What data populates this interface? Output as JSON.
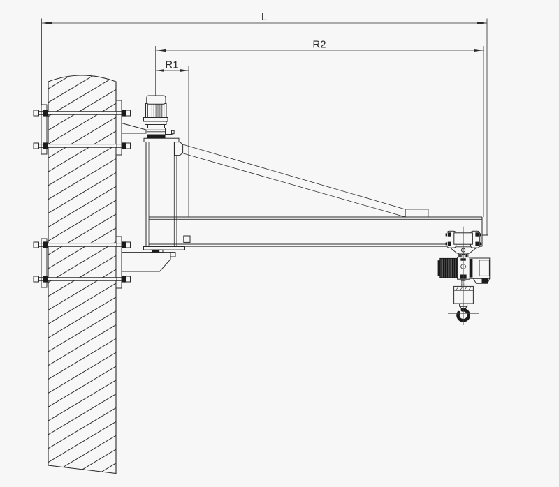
{
  "drawing": {
    "type": "technical-drawing",
    "dimensions": {
      "L": {
        "label": "L"
      },
      "R2": {
        "label": "R2"
      },
      "R1": {
        "label": "R1"
      }
    },
    "colors": {
      "bg": "#f7f7f7",
      "line": "#2b2b2b",
      "line-thin": "#464646",
      "dark": "#1b1b1b"
    },
    "components": [
      "wall-column",
      "wall-hatching",
      "anchor-bolt",
      "back-mounting-plate",
      "front-mounting-plate",
      "top-support-bracket",
      "bottom-support-bracket",
      "slewing-drive-motor",
      "pivot-mast",
      "jib-beam",
      "tie-rod-brace",
      "beam-end-stop",
      "hoist-trolley",
      "chain-hoist",
      "chain-container",
      "load-hook"
    ]
  }
}
